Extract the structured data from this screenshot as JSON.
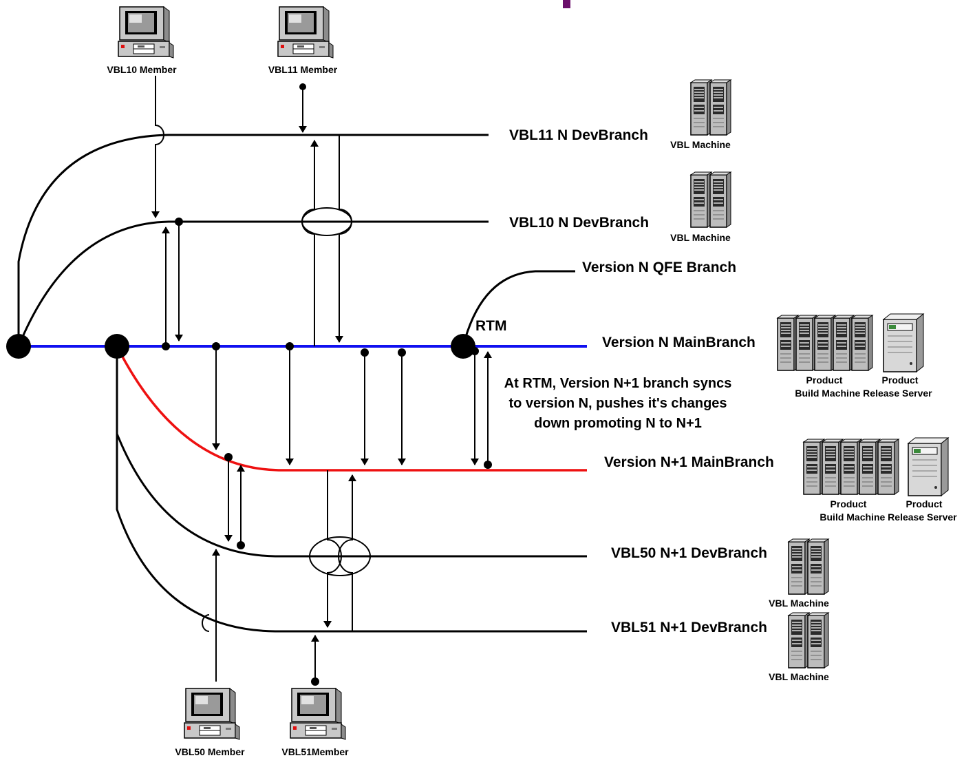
{
  "colors": {
    "main_branch_n": "#1010f0",
    "main_branch_n1": "#ee1111",
    "branch_line": "#000000",
    "accent_bar": "#6b0f6b"
  },
  "branches": {
    "vbl11_n": "VBL11 N DevBranch",
    "vbl10_n": "VBL10 N DevBranch",
    "qfe_n": "Version N QFE Branch",
    "main_n": "Version N MainBranch",
    "main_n1": "Version N+1 MainBranch",
    "vbl50_n1": "VBL50 N+1 DevBranch",
    "vbl51_n1": "VBL51 N+1 DevBranch"
  },
  "rtm_label": "RTM",
  "rtm_note": [
    "At RTM, Version N+1 branch syncs",
    "to version N, pushes it's changes",
    "down promoting N to N+1"
  ],
  "members": {
    "vbl10": "VBL10 Member",
    "vbl11": "VBL11 Member",
    "vbl50": "VBL50 Member",
    "vbl51": "VBL51Member"
  },
  "machines": {
    "vbl_machine": "VBL Machine",
    "product_left_line1": "Product",
    "product_right_line1": "Product",
    "product_line2": "Build Machine Release Server"
  },
  "icons": {
    "member": "desktop-computer-icon",
    "vbl_machine": "server-rack-icon",
    "build_machine": "server-rack-icon",
    "release_server": "tower-server-icon"
  }
}
